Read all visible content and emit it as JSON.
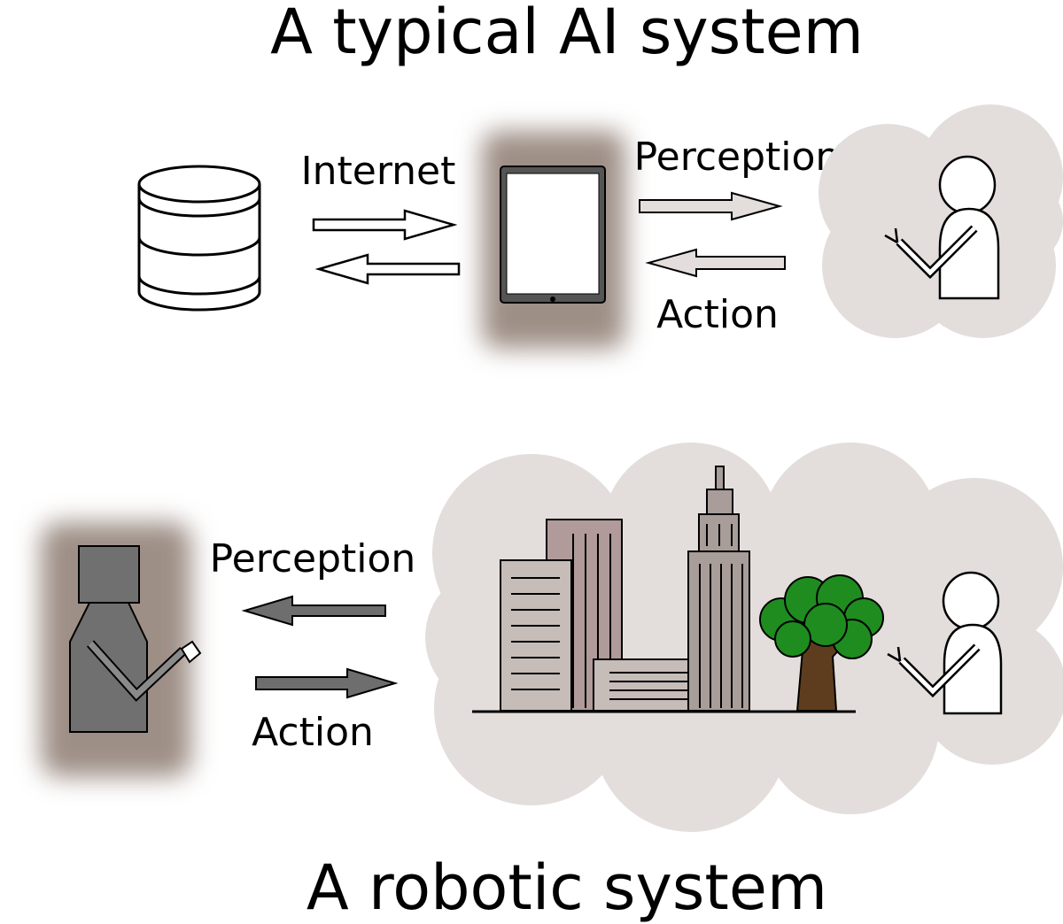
{
  "top_panel": {
    "title": "A typical AI system",
    "internet_label": "Internet",
    "perception_label": "Perception",
    "action_label": "Action",
    "icons": [
      "database-icon",
      "tablet-icon",
      "human-icon"
    ]
  },
  "bottom_panel": {
    "title": "A robotic system",
    "perception_label": "Perception",
    "action_label": "Action",
    "icons": [
      "robot-icon",
      "city-buildings-icon",
      "tree-icon",
      "human-icon"
    ]
  },
  "colors": {
    "glow_brown": "#9e8f86",
    "cloud_grey": "#e3dedb",
    "arrow_light": "#e3dedb",
    "arrow_dark": "#6e6e6e",
    "robot_grey": "#707070",
    "building_mauve": "#b09a9a",
    "building_light": "#c6bcb8",
    "building_tan": "#a89d99",
    "tree_green": "#1f8c1f",
    "tree_trunk": "#5e3d1e"
  }
}
